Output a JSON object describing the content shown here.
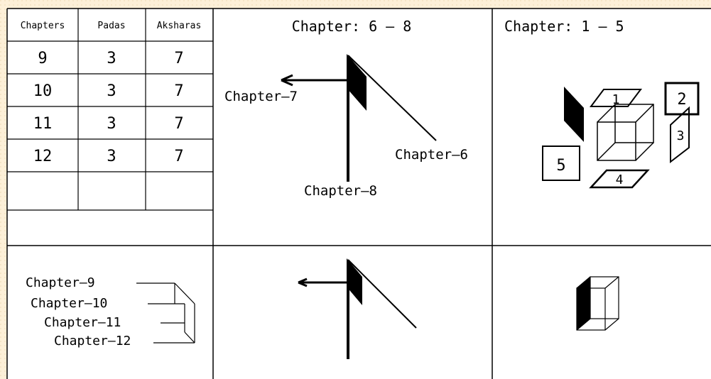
{
  "table": {
    "headers": [
      "Chapters",
      "Padas",
      "Aksharas"
    ],
    "rows": [
      [
        "9",
        "3",
        "7"
      ],
      [
        "10",
        "3",
        "7"
      ],
      [
        "11",
        "3",
        "7"
      ],
      [
        "12",
        "3",
        "7"
      ]
    ]
  },
  "panel_top_middle": {
    "title": "Chapter: 6 – 8",
    "labels": {
      "chapter7": "Chapter–7",
      "chapter6": "Chapter–6",
      "chapter8": "Chapter–8"
    }
  },
  "panel_top_right": {
    "title": "Chapter: 1 – 5",
    "numbers": [
      "1",
      "2",
      "3",
      "4",
      "5"
    ]
  },
  "panel_bottom_left": {
    "labels": [
      "Chapter–9",
      "Chapter–10",
      "Chapter–11",
      "Chapter–12"
    ]
  }
}
